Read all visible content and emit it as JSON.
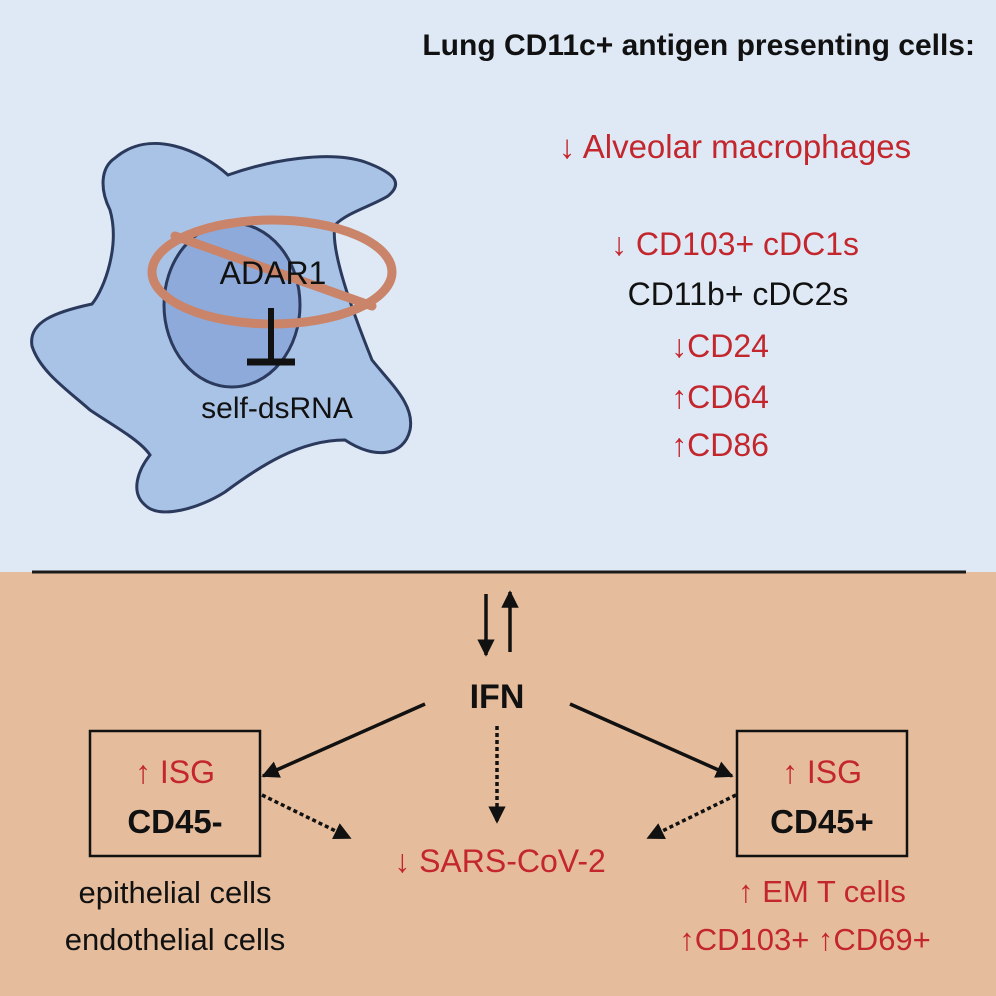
{
  "colors": {
    "top_background": "#dfe9f5",
    "bottom_background": "#e6bd9c",
    "cell_fill": "#a9c3e6",
    "cell_stroke": "#2b3a5c",
    "nucleus_fill": "#8eaadb",
    "prohibit_ring": "#c9846a",
    "red_text": "#c3272d",
    "black_text": "#111111"
  },
  "top_panel": {
    "title": "Lung CD11c+ antigen presenting cells:",
    "cell": {
      "gene_label": "ADAR1",
      "target_label": "self-dsRNA",
      "nucleus_icon": "nucleus-icon",
      "prohibit_icon": "prohibition-sign-icon",
      "inhibit_icon": "inhibition-bar-icon"
    },
    "findings": {
      "alveolar": "↓ Alveolar macrophages",
      "cdc1": "↓ CD103+ cDC1s",
      "cdc2": "CD11b+ cDC2s",
      "cd24": "↓CD24",
      "cd64": "↑CD64",
      "cd86": "↑CD86"
    }
  },
  "bottom_panel": {
    "ifn_label": "IFN",
    "left_box": {
      "isg": "↑ ISG",
      "label": "CD45-"
    },
    "right_box": {
      "isg": "↑ ISG",
      "label": "CD45+"
    },
    "left_cells": [
      "epithelial cells",
      "endothelial cells"
    ],
    "virus_label": "↓ SARS-CoV-2",
    "right_notes": [
      "↑ EM T cells",
      "↑CD103+ ↑CD69+"
    ]
  }
}
